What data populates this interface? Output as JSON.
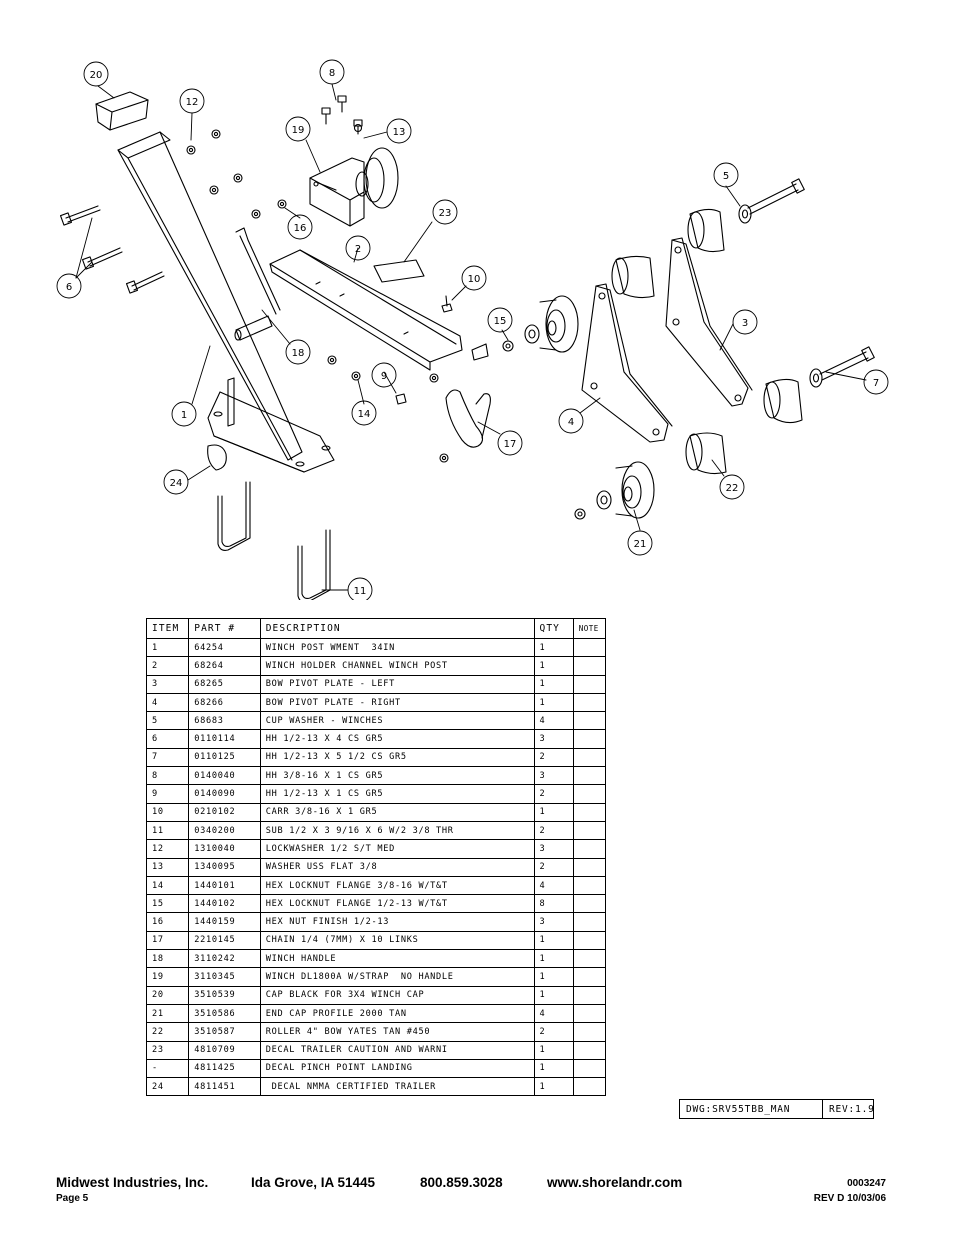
{
  "diagram": {
    "callouts": [
      "20",
      "8",
      "12",
      "19",
      "13",
      "5",
      "23",
      "16",
      "2",
      "6",
      "10",
      "15",
      "3",
      "18",
      "7",
      "9",
      "1",
      "14",
      "4",
      "17",
      "24",
      "22",
      "21",
      "11"
    ]
  },
  "bom": {
    "headers": {
      "item": "ITEM",
      "part": "PART #",
      "description": "DESCRIPTION",
      "qty": "QTY",
      "note": "NOTE"
    },
    "rows": [
      {
        "item": "1",
        "part": "64254",
        "description": "WINCH POST WMENT  34IN",
        "qty": "1"
      },
      {
        "item": "2",
        "part": "68264",
        "description": "WINCH HOLDER CHANNEL WINCH POST",
        "qty": "1"
      },
      {
        "item": "3",
        "part": "68265",
        "description": "BOW PIVOT PLATE - LEFT",
        "qty": "1"
      },
      {
        "item": "4",
        "part": "68266",
        "description": "BOW PIVOT PLATE - RIGHT",
        "qty": "1"
      },
      {
        "item": "5",
        "part": "68683",
        "description": "CUP WASHER - WINCHES",
        "qty": "4"
      },
      {
        "item": "6",
        "part": "0110114",
        "description": "HH 1/2-13 X 4 CS GR5",
        "qty": "3"
      },
      {
        "item": "7",
        "part": "0110125",
        "description": "HH 1/2-13 X 5 1/2 CS GR5",
        "qty": "2"
      },
      {
        "item": "8",
        "part": "0140040",
        "description": "HH 3/8-16 X 1 CS GR5",
        "qty": "3"
      },
      {
        "item": "9",
        "part": "0140090",
        "description": "HH 1/2-13 X 1 CS GR5",
        "qty": "2"
      },
      {
        "item": "10",
        "part": "0210102",
        "description": "CARR 3/8-16 X 1 GR5",
        "qty": "1"
      },
      {
        "item": "11",
        "part": "0340200",
        "description": "SUB 1/2 X 3 9/16 X 6 W/2 3/8 THR",
        "qty": "2"
      },
      {
        "item": "12",
        "part": "1310040",
        "description": "LOCKWASHER 1/2 S/T MED",
        "qty": "3"
      },
      {
        "item": "13",
        "part": "1340095",
        "description": "WASHER USS FLAT 3/8",
        "qty": "2"
      },
      {
        "item": "14",
        "part": "1440101",
        "description": "HEX LOCKNUT FLANGE 3/8-16 W/T&T",
        "qty": "4"
      },
      {
        "item": "15",
        "part": "1440102",
        "description": "HEX LOCKNUT FLANGE 1/2-13 W/T&T",
        "qty": "8"
      },
      {
        "item": "16",
        "part": "1440159",
        "description": "HEX NUT FINISH 1/2-13",
        "qty": "3"
      },
      {
        "item": "17",
        "part": "2210145",
        "description": "CHAIN 1/4 (7MM) X 10 LINKS",
        "qty": "1"
      },
      {
        "item": "18",
        "part": "3110242",
        "description": "WINCH HANDLE",
        "qty": "1"
      },
      {
        "item": "19",
        "part": "3110345",
        "description": "WINCH DL1800A W/STRAP  NO HANDLE",
        "qty": "1"
      },
      {
        "item": "20",
        "part": "3510539",
        "description": "CAP BLACK FOR 3X4 WINCH CAP",
        "qty": "1"
      },
      {
        "item": "21",
        "part": "3510586",
        "description": "END CAP PROFILE 2000 TAN",
        "qty": "4"
      },
      {
        "item": "22",
        "part": "3510587",
        "description": "ROLLER 4\" BOW YATES TAN #450",
        "qty": "2"
      },
      {
        "item": "23",
        "part": "4810709",
        "description": "DECAL TRAILER CAUTION AND WARNI",
        "qty": "1"
      },
      {
        "item": "-",
        "part": "4811425",
        "description": "DECAL PINCH POINT LANDING",
        "qty": "1"
      },
      {
        "item": "24",
        "part": "4811451",
        "description": " DECAL NMMA CERTIFIED TRAILER",
        "qty": "1"
      }
    ]
  },
  "drawing": {
    "name": "DWG:SRV55TBB_MAN",
    "rev": "REV:1.9"
  },
  "footer": {
    "company": "Midwest Industries, Inc.",
    "address": "Ida Grove, IA  51445",
    "phone": "800.859.3028",
    "website": "www.shorelandr.com",
    "page": "Page 5",
    "doc_number": "0003247",
    "revision": "REV  D  10/03/06"
  }
}
